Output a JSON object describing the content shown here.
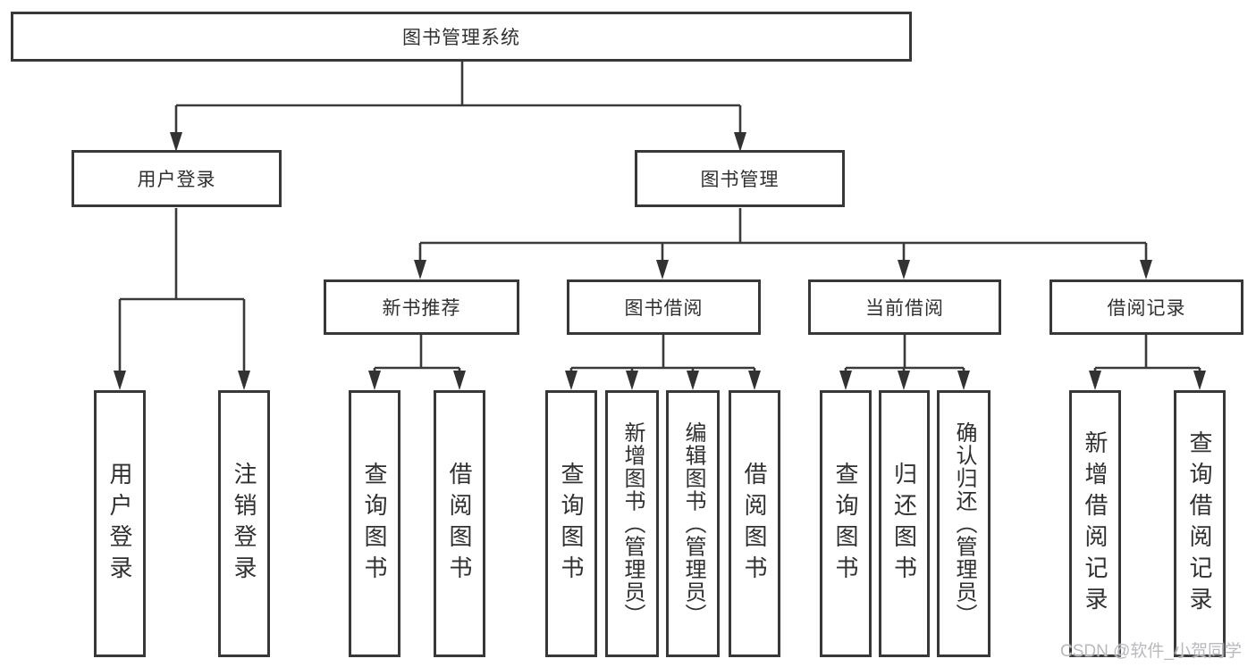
{
  "colors": {
    "background": "#ffffff",
    "line": "#3a3a3a",
    "box_border": "#383838",
    "text": "#303030",
    "watermark": "#b9babe"
  },
  "tree": {
    "root": {
      "label": "图书管理系统",
      "children": [
        {
          "label": "用户登录",
          "children": [
            {
              "label": "用户登录"
            },
            {
              "label": "注销登录"
            }
          ]
        },
        {
          "label": "图书管理",
          "children": [
            {
              "label": "新书推荐",
              "children": [
                {
                  "label": "查询图书"
                },
                {
                  "label": "借阅图书"
                }
              ]
            },
            {
              "label": "图书借阅",
              "children": [
                {
                  "label": "查询图书"
                },
                {
                  "label": "新增图书（管理员）"
                },
                {
                  "label": "编辑图书（管理员）"
                },
                {
                  "label": "借阅图书"
                }
              ]
            },
            {
              "label": "当前借阅",
              "children": [
                {
                  "label": "查询图书"
                },
                {
                  "label": "归还图书"
                },
                {
                  "label": "确认归还（管理员）"
                }
              ]
            },
            {
              "label": "借阅记录",
              "children": [
                {
                  "label": "新增借阅记录"
                },
                {
                  "label": "查询借阅记录"
                }
              ]
            }
          ]
        }
      ]
    }
  },
  "watermark": "CSDN @软件_小贺同学"
}
